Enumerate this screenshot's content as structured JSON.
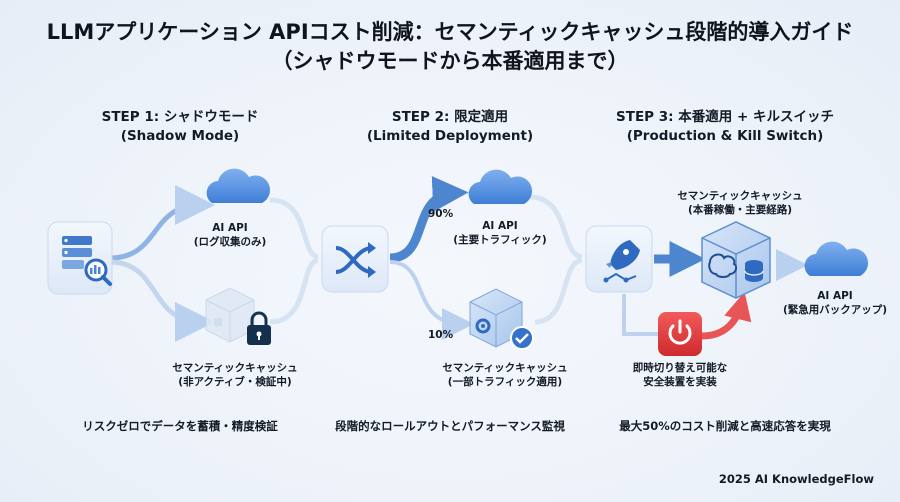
{
  "title": {
    "line1": "LLMアプリケーション APIコスト削減：セマンティックキャッシュ段階的導入ガイド",
    "line2": "（シャドウモードから本番適用まで）"
  },
  "steps": [
    {
      "heading": "STEP 1: シャドウモード",
      "subheading": "(Shadow Mode)",
      "api_label": "AI API",
      "api_sub": "(ログ収集のみ)",
      "cache_label": "セマンティックキャッシュ",
      "cache_sub": "(非アクティブ・検証中)",
      "summary": "リスクゼロでデータを蓄積・精度検証"
    },
    {
      "heading": "STEP 2: 限定適用",
      "subheading": "(Limited Deployment)",
      "api_label": "AI API",
      "api_sub": "(主要トラフィック)",
      "api_pct": "90%",
      "cache_label": "セマンティックキャッシュ",
      "cache_sub": "(一部トラフィック適用)",
      "cache_pct": "10%",
      "summary": "段階的なロールアウトとパフォーマンス監視"
    },
    {
      "heading": "STEP 3: 本番適用 + キルスイッチ",
      "subheading": "(Production & Kill Switch)",
      "cache_label": "セマンティックキャッシュ",
      "cache_sub": "(本番稼働・主要経路)",
      "api_label": "AI API",
      "api_sub": "(緊急用バックアップ)",
      "switch_label": "即時切り替え可能な",
      "switch_sub": "安全装置を実装",
      "summary": "最大50%のコスト削減と高速応答を実現"
    }
  ],
  "footer": "2025 AI KnowledgeFlow",
  "colors": {
    "accent": "#4a86d6",
    "arrow_light": "#b9d0ee",
    "arrow_dark": "#4d86cf",
    "kill_switch": "#e0383b",
    "tile": "#e9f1fb"
  }
}
